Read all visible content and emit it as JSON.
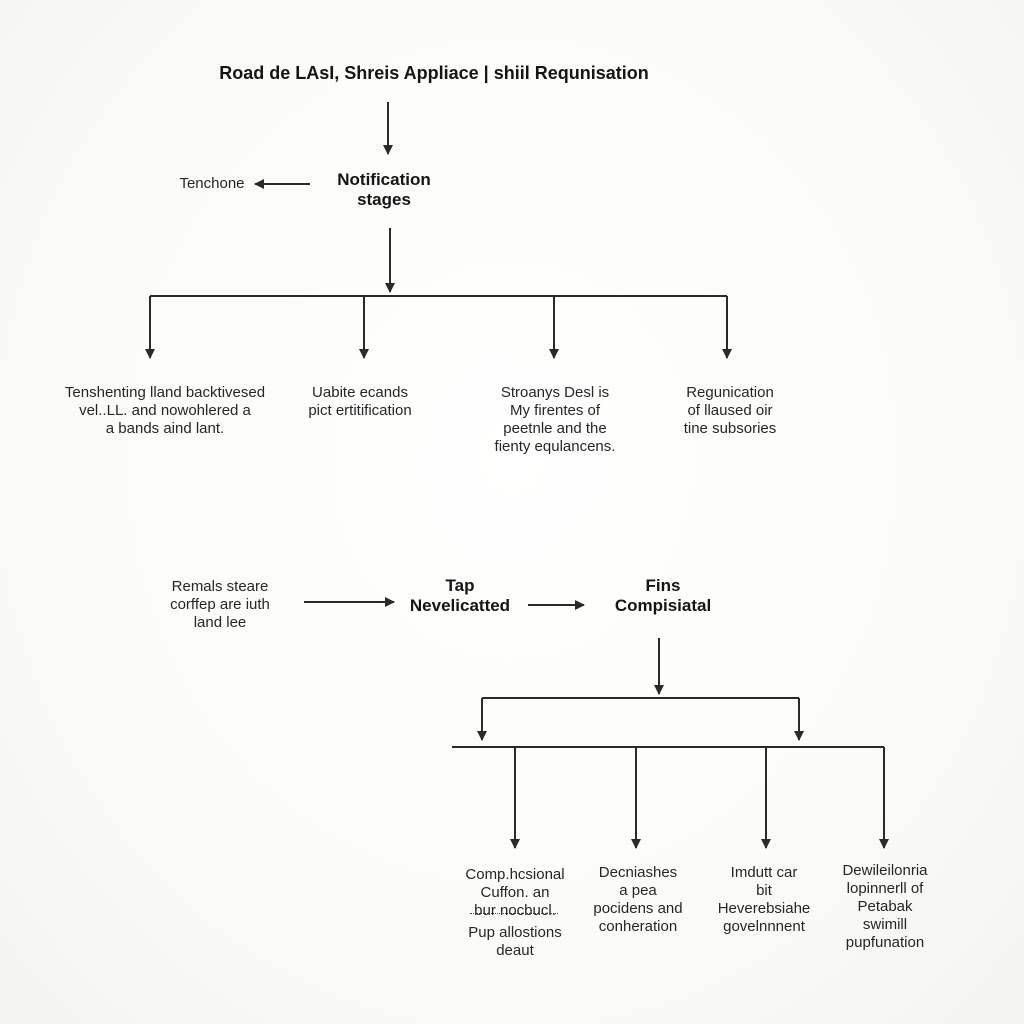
{
  "title": "Road de LAsI, Shreis Appliace | shiil Requnisation",
  "notification": {
    "line1": "Notification",
    "line2": "stages"
  },
  "side_label": "Tenchone",
  "branches": [
    {
      "lines": [
        "Tenshenting lland backtivesed",
        "vel..LL. and nowohlered a",
        "a bands aind lant."
      ]
    },
    {
      "lines": [
        "Uabite ecands",
        "pict ertitification"
      ]
    },
    {
      "lines": [
        "Stroanys Desl is",
        "My firentes of",
        "peetnle and the",
        "fienty equlancens."
      ]
    },
    {
      "lines": [
        "Regunication",
        "of llaused oir",
        "tine subsories"
      ]
    }
  ],
  "flow": {
    "left": {
      "lines": [
        "Remals steare",
        "corffep are iuth",
        "land lee"
      ]
    },
    "middle": {
      "line1": "Tap",
      "line2": "Nevelicatted"
    },
    "right": {
      "line1": "Fins",
      "line2": "Compisiatal"
    }
  },
  "outcomes": [
    {
      "lines": [
        "Comp.hcsional",
        "Cuffon. an",
        "bur nocbucl."
      ],
      "extra_lines": [
        "Pup allostions",
        "deaut"
      ]
    },
    {
      "lines": [
        "Decniashes",
        "a pea",
        "pocidens and",
        "conheration"
      ]
    },
    {
      "lines": [
        "Imdutt car",
        "bit",
        "Heverebsiahe",
        "govelnnnent"
      ]
    },
    {
      "lines": [
        "Dewileilonria",
        "lopinnerll of",
        "Petabak",
        "swimill",
        "pupfunation"
      ]
    }
  ],
  "colors": {
    "ink": "#262626",
    "paper": "#fbfbf8"
  }
}
